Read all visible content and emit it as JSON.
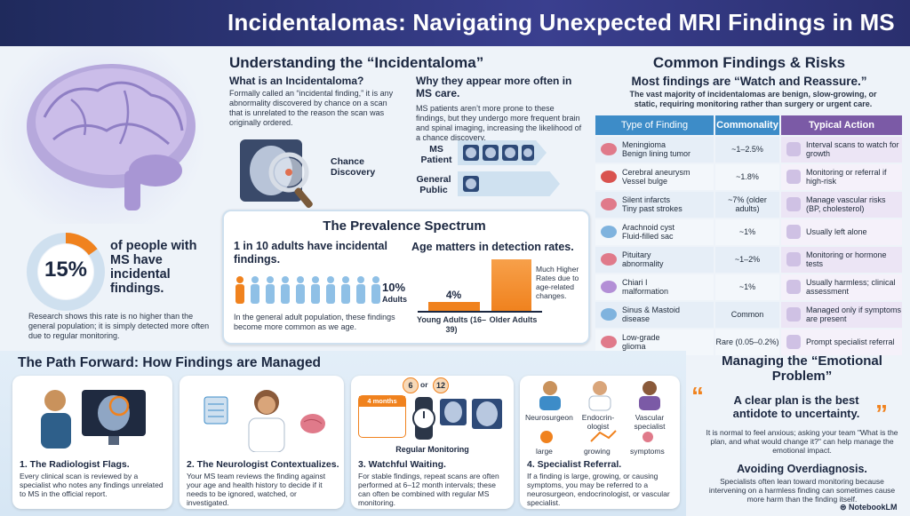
{
  "title": "Incidentalomas: Navigating Unexpected MRI Findings in MS",
  "understanding": {
    "heading": "Understanding the “Incidentaloma”",
    "what_heading": "What is an Incidentaloma?",
    "what_body": "Formally called an “incidental finding,” it is any abnormality discovered by chance on a scan that is unrelated to the reason the scan was originally ordered.",
    "chance_label": "Chance Discovery",
    "why_heading": "Why they appear more often in MS care.",
    "why_body": "MS patients aren’t more prone to these findings, but they undergo more frequent brain and spinal imaging, increasing the likelihood of a chance discovery.",
    "ms_patient": "MS Patient",
    "general_public": "General Public"
  },
  "stat": {
    "percent": "15%",
    "percent_value": 0.15,
    "label": "of people with MS have incidental findings.",
    "note": "Research shows this rate is no higher than the general population; it is simply detected more often due to regular monitoring."
  },
  "prevalence": {
    "heading": "The Prevalence Spectrum",
    "one_in_ten": "1 in 10 adults have incidental findings.",
    "pct_adults": "10%",
    "adults_label": "Adults",
    "general_note": "In the general adult population, these findings become more common as we age.",
    "age_heading": "Age matters in detection rates.",
    "bar_young_value": "4%",
    "bar_young_label": "Young Adults (16–39)",
    "bar_older_label": "Older Adults",
    "higher_note": "Much Higher Rates due to age-related changes."
  },
  "common": {
    "heading": "Common Findings & Risks",
    "subheading": "Most findings are “Watch and Reassure.”",
    "intro": "The vast majority of incidentalomas are benign, slow-growing, or static, requiring monitoring rather than surgery or urgent care.",
    "columns": [
      "Type of Finding",
      "Commonality",
      "Typical Action"
    ],
    "rows": [
      {
        "name": "Meningioma",
        "sub": "Benign lining tumor",
        "common": "~1–2.5%",
        "action": "Interval scans to watch for growth"
      },
      {
        "name": "Cerebral aneurysm",
        "sub": "Vessel bulge",
        "common": "~1.8%",
        "action": "Monitoring or referral if high-risk"
      },
      {
        "name": "Silent infarcts",
        "sub": "Tiny past strokes",
        "common": "~7% (older adults)",
        "action": "Manage vascular risks (BP, cholesterol)"
      },
      {
        "name": "Arachnoid cyst",
        "sub": "Fluid-filled sac",
        "common": "~1%",
        "action": "Usually left alone"
      },
      {
        "name": "Pituitary",
        "sub": "abnormality",
        "common": "~1–2%",
        "action": "Monitoring or hormone tests"
      },
      {
        "name": "Chiari I",
        "sub": "malformation",
        "common": "~1%",
        "action": "Usually harmless; clinical assessment"
      },
      {
        "name": "Sinus & Mastoid",
        "sub": "disease",
        "common": "Common",
        "action": "Managed only if symptoms are present"
      },
      {
        "name": "Low-grade",
        "sub": "glioma",
        "common": "Rare (0.05–0.2%)",
        "action": "Prompt specialist referral"
      }
    ]
  },
  "path": {
    "heading": "The Path Forward: How Findings are Managed",
    "steps": [
      {
        "title": "1. The Radiologist Flags.",
        "body": "Every clinical scan is reviewed by a specialist who notes any findings unrelated to MS in the official report."
      },
      {
        "title": "2. The Neurologist Contextualizes.",
        "body": "Your MS team reviews the finding against your age and health history to decide if it needs to be ignored, watched, or investigated."
      },
      {
        "title": "3. Watchful Waiting.",
        "body": "For stable findings, repeat scans are often performed at 6–12 month intervals; these can often be combined with regular MS monitoring."
      },
      {
        "title": "4. Specialist Referral.",
        "body": "If a finding is large, growing, or causing symptoms, you may be referred to a neurosurgeon, endocrinologist, or vascular specialist."
      }
    ],
    "calendar": "4 months",
    "badge6": "6",
    "badge_or": "or",
    "badge12": "12",
    "regular_monitoring": "Regular Monitoring",
    "specialists": [
      "Neurosurgeon",
      "Endocrin-ologist",
      "Vascular specialist"
    ],
    "triggers": [
      "large",
      "growing",
      "symptoms"
    ]
  },
  "emotional": {
    "heading": "Managing the “Emotional Problem”",
    "quote": "A clear plan is the best antidote to uncertainty.",
    "body": "It is normal to feel anxious; asking your team \"What is the plan, and what would change it?\" can help manage the emotional impact.",
    "over_heading": "Avoiding Overdiagnosis.",
    "over_body": "Specialists often lean toward monitoring because intervening on a harmless finding can sometimes cause more harm than the finding itself.",
    "brand": "NotebookLM"
  },
  "colors": {
    "header": "#2a3170",
    "orange": "#f0821e",
    "teal": "#3b7fb0",
    "purple": "#7b5aa6",
    "table_head": "#3d8cc8"
  }
}
